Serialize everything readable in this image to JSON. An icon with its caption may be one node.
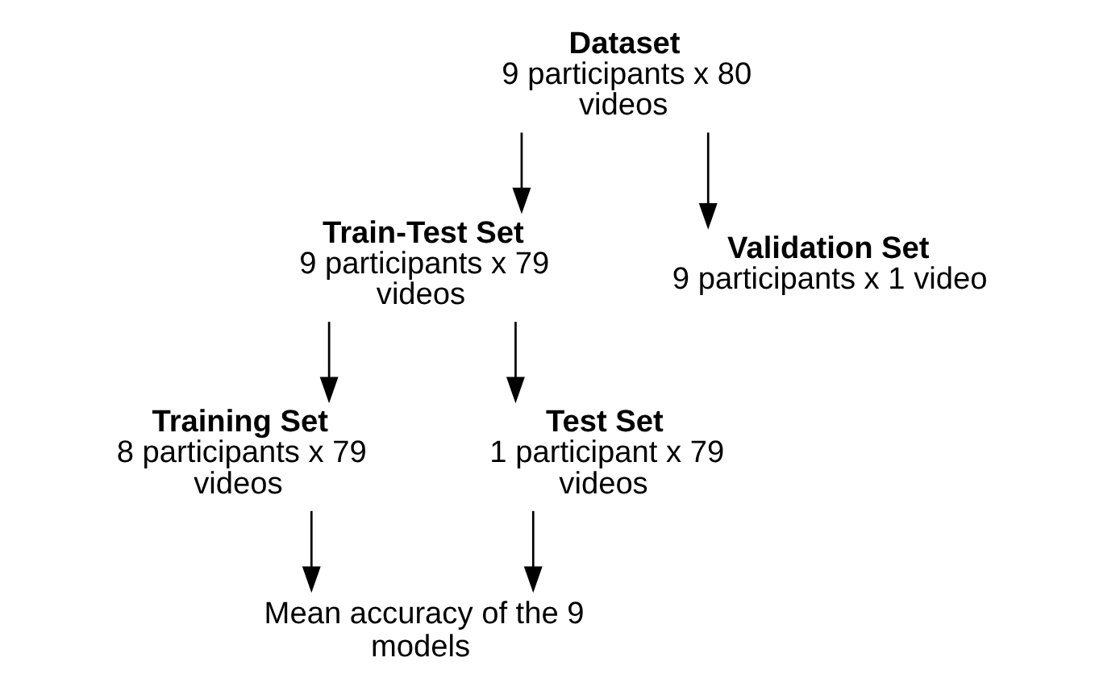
{
  "diagram": {
    "nodes": [
      {
        "text": [
          "Dataset",
          "9 participants x 80 videos"
        ]
      },
      {
        "text": [
          "Train-Test Set",
          "9 participants x 79 videos"
        ]
      },
      {
        "text": [
          "Validation Set",
          "9 participants x 1 video"
        ]
      },
      {
        "text": [
          "Training Set",
          "8 participants x 79 videos"
        ]
      },
      {
        "text": [
          "Test Set",
          "1 participant x 79 videos"
        ]
      },
      {
        "text": [
          "Mean accuracy of the 9 models"
        ]
      }
    ],
    "edges": [
      {
        "from": 0,
        "to": 1,
        "arrow": "to"
      },
      {
        "from": 0,
        "to": 2,
        "arrow": "to"
      },
      {
        "from": 1,
        "to": 3,
        "arrow": "to"
      },
      {
        "from": 1,
        "to": 4,
        "arrow": "to"
      },
      {
        "from": 3,
        "to": 5,
        "arrow": "to"
      },
      {
        "from": 4,
        "to": 5,
        "arrow": "to"
      }
    ]
  }
}
